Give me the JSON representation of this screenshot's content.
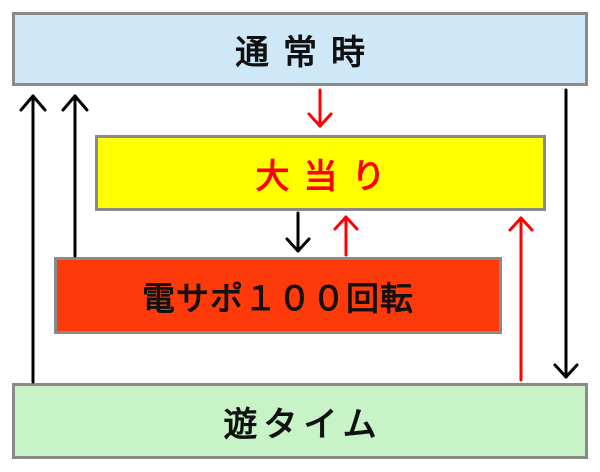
{
  "boxes": {
    "normal": "通常時",
    "jackpot": "大当り",
    "densapo": "電サポ１００回転",
    "asobi": "遊タイム"
  },
  "colors": {
    "normal_fill": "#cfe8f8",
    "jackpot_fill": "#ffff00",
    "jackpot_text": "#ff0000",
    "densapo_fill": "#ff3a0a",
    "asobi_fill": "#c7f3c7",
    "arrow_black": "#000000",
    "arrow_red": "#ff0000"
  },
  "arrows": [
    {
      "from": "asobi",
      "to": "normal",
      "color": "black"
    },
    {
      "from": "densapo",
      "to": "normal",
      "color": "black"
    },
    {
      "from": "normal",
      "to": "jackpot",
      "color": "red"
    },
    {
      "from": "jackpot",
      "to": "densapo",
      "color": "black"
    },
    {
      "from": "densapo",
      "to": "jackpot",
      "color": "red"
    },
    {
      "from": "asobi",
      "to": "jackpot",
      "color": "red"
    },
    {
      "from": "normal",
      "to": "asobi",
      "color": "black"
    }
  ]
}
